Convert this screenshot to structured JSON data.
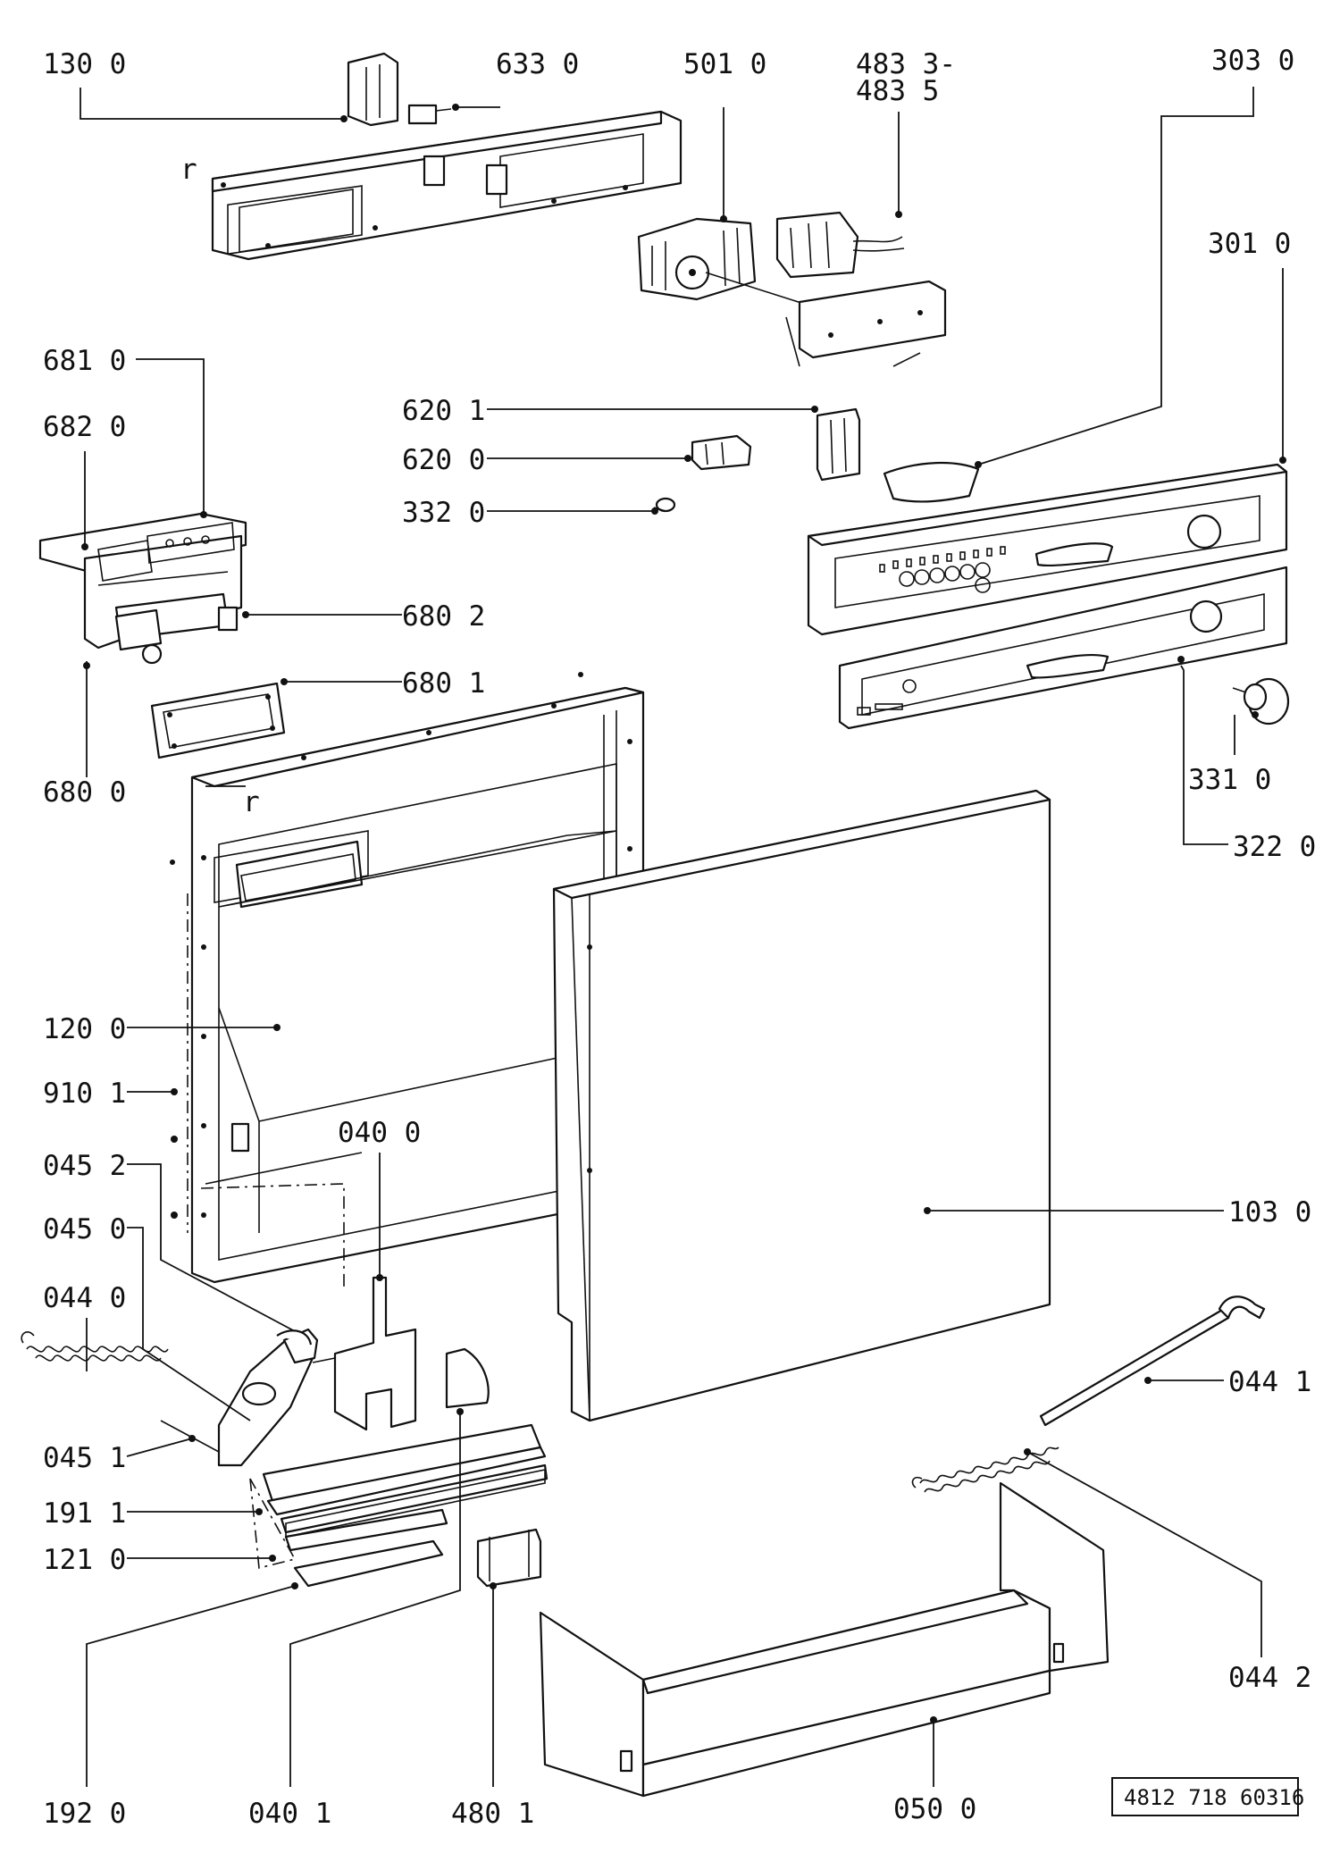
{
  "labels": {
    "l1300": "130 0",
    "l6330": "633 0",
    "l5010": "501 0",
    "l4833": "483 3-",
    "l4835": "483 5",
    "l3030": "303 0",
    "l3010": "301 0",
    "l6810": "681 0",
    "l6820": "682 0",
    "l6201": "620 1",
    "l6200": "620 0",
    "l3320": "332 0",
    "l6802": "680 2",
    "l6801": "680 1",
    "l6800": "680 0",
    "l3310": "331 0",
    "l3220": "322 0",
    "l1200": "120 0",
    "l9101": "910 1",
    "l0400": "040 0",
    "l0452": "045 2",
    "l0450": "045 0",
    "l0440": "044 0",
    "l1030": "103 0",
    "l0441": "044 1",
    "l0451": "045 1",
    "l1911": "191 1",
    "l1210": "121 0",
    "l0442": "044 2",
    "l1920": "192 0",
    "l0401": "040 1",
    "l4801": "480 1",
    "l0500": "050 0"
  },
  "marks": {
    "r_top": "r",
    "r_mid": "r"
  },
  "reference_number": "4812 718 60316"
}
